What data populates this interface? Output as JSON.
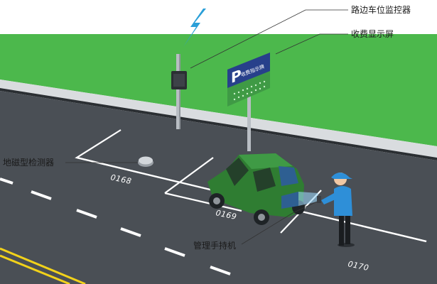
{
  "callouts": {
    "roadside_monitor": "路边车位监控器",
    "fee_display": "收费显示屏",
    "geomagnetic_detector": "地磁型检测器",
    "handheld_device": "管理手持机"
  },
  "sign": {
    "letter": "P",
    "text": "收费指示牌"
  },
  "spaces": [
    "0168",
    "0169",
    "0170"
  ],
  "icons": [
    "lightning-icon",
    "parking-sign-icon",
    "car-icon",
    "person-icon"
  ],
  "colors": {
    "grass": "#4cb84c",
    "grass_dark": "#3a9a3a",
    "road": "#4a4f55",
    "sidewalk": "#d9dcdf",
    "car": "#2f7d32",
    "sign": "#27408b",
    "sign_green": "#3f9a45",
    "person_shirt": "#2e8fd8",
    "lightning": "#2a9fd8",
    "road_yellow": "#f2d21a"
  }
}
